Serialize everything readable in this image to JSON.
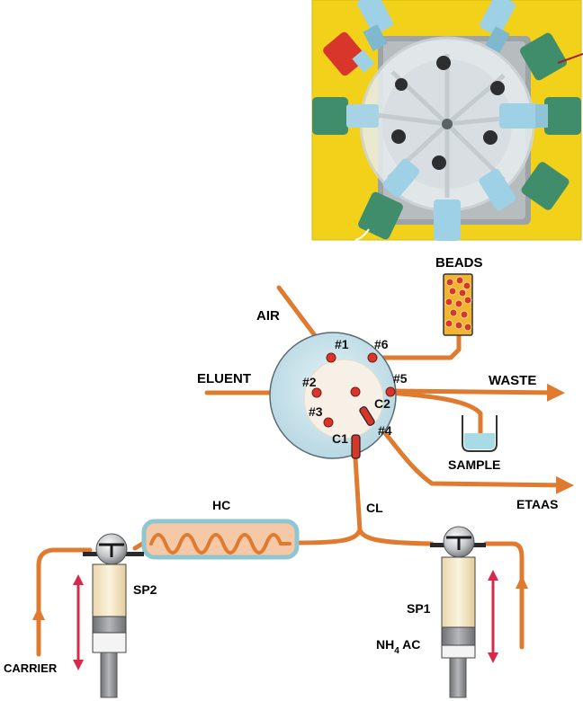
{
  "photo": {
    "icon": "multiport-selection-valve-photo",
    "background_color": "#f2d11a"
  },
  "labels": {
    "beads": "BEADS",
    "air": "AIR",
    "eluent": "ELUENT",
    "waste": "WASTE",
    "sample": "SAMPLE",
    "etaas": "ETAAS",
    "hc": "HC",
    "cl": "CL",
    "sp1": "SP1",
    "sp2": "SP2",
    "carrier": "CARRIER",
    "nh4ac_main": "NH",
    "nh4ac_sub": "4",
    "nh4ac_tail": " AC"
  },
  "ports": {
    "p1": "#1",
    "p2": "#2",
    "p3": "#3",
    "p4": "#4",
    "p5": "#5",
    "p6": "#6",
    "c1": "C1",
    "c2": "C2"
  },
  "colors": {
    "tubing": "#e07a2e",
    "arrow_red": "#d62a4a",
    "valve_body": "#cde6ef",
    "valve_center": "#f6f0e6",
    "port_red": "#d8362a",
    "syringe_body": "#f4e6c7",
    "syringe_gray": "#8d8f92",
    "coil_fill": "#f5c9a8",
    "coil_border": "#8fc6cf"
  }
}
